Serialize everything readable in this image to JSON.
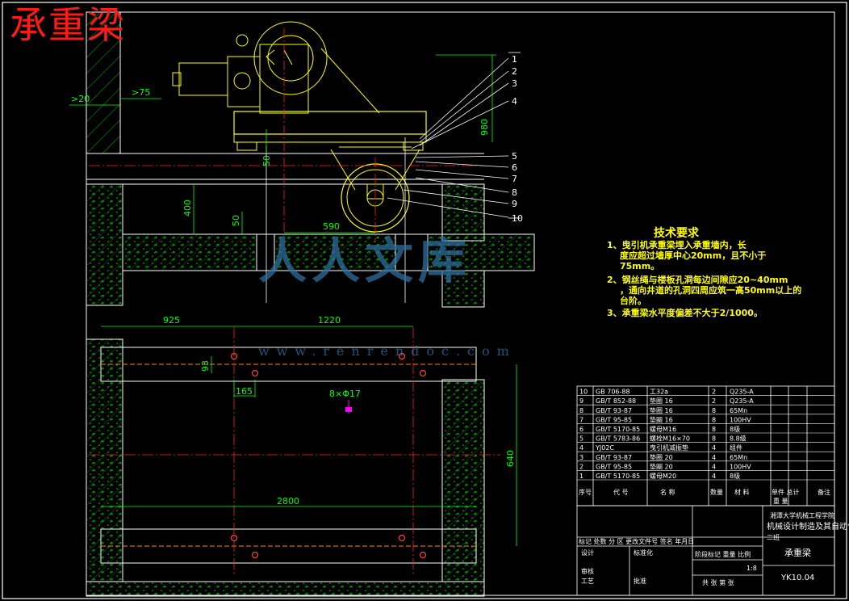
{
  "title": "承重梁",
  "technical_requirements": {
    "heading": "技术要求",
    "items": [
      "1、曳引机承重梁埋入承重墙内，长",
      "度应超过墙厚中心20mm，且不小于",
      "75mm。",
      "2、钢丝绳与楼板孔洞每边间隙应20~40mm",
      "，通向井道的孔洞四周应筑一高50mm以上的",
      "台阶。",
      "3、承重梁水平度偏差不大于2/1000。"
    ]
  },
  "dimensions": {
    "ge20": ">20",
    "ge75": ">75",
    "d980": "980",
    "d50a": "50",
    "d400": "400",
    "d50b": "50",
    "d590": "590",
    "d925": "925",
    "d1220": "1220",
    "d93": "93",
    "d165": "165",
    "holes": "8×Φ17",
    "d640": "640",
    "d2800": "2800"
  },
  "callouts": [
    "1",
    "2",
    "3",
    "4",
    "5",
    "6",
    "7",
    "8",
    "9",
    "10"
  ],
  "parts_table": {
    "rows": [
      [
        "10",
        "GB 706-88",
        "工32a",
        "2",
        "Q235-A"
      ],
      [
        "9",
        "GB/T 852-88",
        "垫圈 16",
        "2",
        "Q235-A"
      ],
      [
        "8",
        "GB/T 93-87",
        "垫圈 16",
        "8",
        "65Mn"
      ],
      [
        "7",
        "GB/T 95-85",
        "垫圈 16",
        "8",
        "100HV"
      ],
      [
        "6",
        "GB/T 5170-85",
        "螺母M16",
        "8",
        "8级"
      ],
      [
        "5",
        "GB/T 5783-86",
        "螺栓M16×70",
        "8",
        "8.8级"
      ],
      [
        "4",
        "YJ02C",
        "曳引机减振垫",
        "4",
        "组件"
      ],
      [
        "3",
        "GB/T 93-87",
        "垫圈 20",
        "4",
        "65Mn"
      ],
      [
        "2",
        "GB/T 95-85",
        "垫圈 20",
        "4",
        "100HV"
      ],
      [
        "1",
        "GB/T 5170-85",
        "螺母M20",
        "4",
        "8级"
      ]
    ],
    "header": [
      "序号",
      "代  号",
      "名  称",
      "数量",
      "材  料",
      "单件 总计",
      "备注"
    ],
    "weight_label": "重  量"
  },
  "title_block": {
    "school": "湘潭大学机械工程学院",
    "major": "机械设计制造及其自动化",
    "class": "二班",
    "drawing_name": "承重梁",
    "drawing_no": "YK10.04",
    "rev_row": "标记 处数 分 区 更改文件号 签名 年月日",
    "design": "设计",
    "standard": "标准化",
    "stage": "阶段标记  重量  比例",
    "scale": "1:8",
    "review": "审核",
    "process": "工艺",
    "approve": "批准",
    "sheets": "共  张  第  张"
  },
  "watermark": {
    "text": "人人文库",
    "url": "www.renrendoc.com"
  },
  "colors": {
    "background": "#000000",
    "structure": "#ffffff",
    "machine": "#ffff00",
    "dimension": "#00ff00",
    "centerline": "#ff2020",
    "concrete": "#00c000",
    "leader": "#ff00ff"
  }
}
